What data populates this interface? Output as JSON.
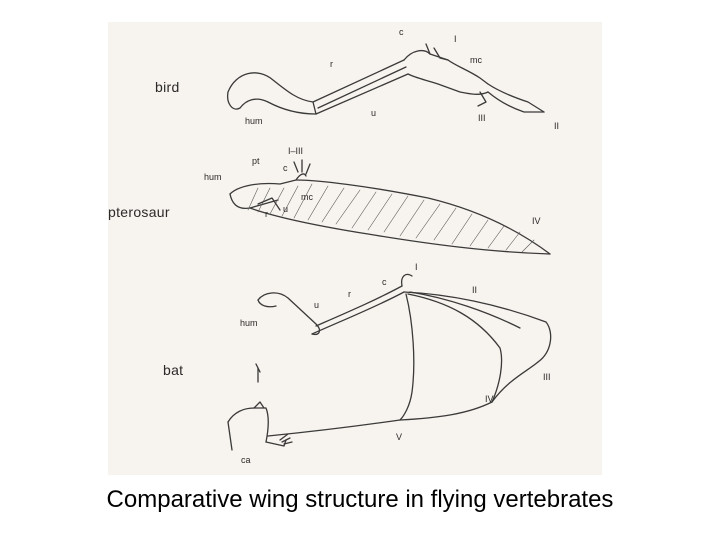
{
  "caption": "Comparative wing structure in flying vertebrates",
  "sections": {
    "bird": {
      "name": "bird",
      "labels": {
        "c": "c",
        "i": "I",
        "mc": "mc",
        "r": "r",
        "hum": "hum",
        "u": "u",
        "iii": "III",
        "ii": "II"
      }
    },
    "pterosaur": {
      "name": "pterosaur",
      "labels": {
        "i_iii": "I–III",
        "pt": "pt",
        "c": "c",
        "hum": "hum",
        "mc": "mc",
        "r": "r",
        "u": "u",
        "iv": "IV"
      }
    },
    "bat": {
      "name": "bat",
      "labels": {
        "i": "I",
        "c": "c",
        "ii": "II",
        "u": "u",
        "r": "r",
        "hum": "hum",
        "iii": "III",
        "iv": "IV",
        "v": "V",
        "ca": "ca"
      }
    }
  }
}
